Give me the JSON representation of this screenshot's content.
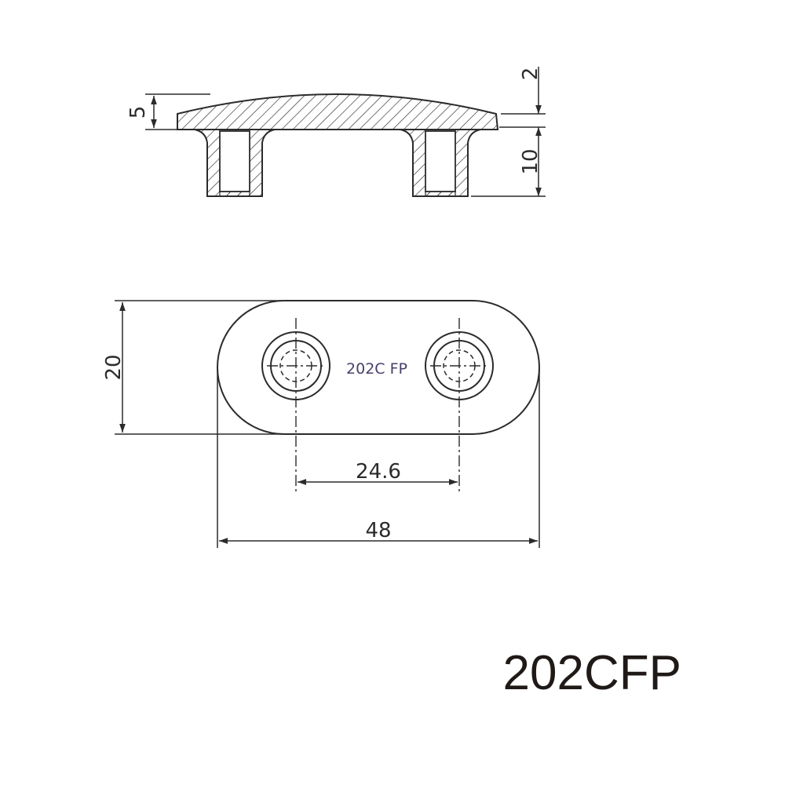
{
  "dimensions": {
    "top_thickness": "5",
    "lip_height": "2",
    "post_height": "10",
    "width": "20",
    "hole_spacing": "24.6",
    "overall_length": "48"
  },
  "part_marking": "202C FP",
  "model_number": "202CFP",
  "colors": {
    "line": "#2b2b2b",
    "label": "#4a3f6b",
    "title": "#1f1a17"
  }
}
